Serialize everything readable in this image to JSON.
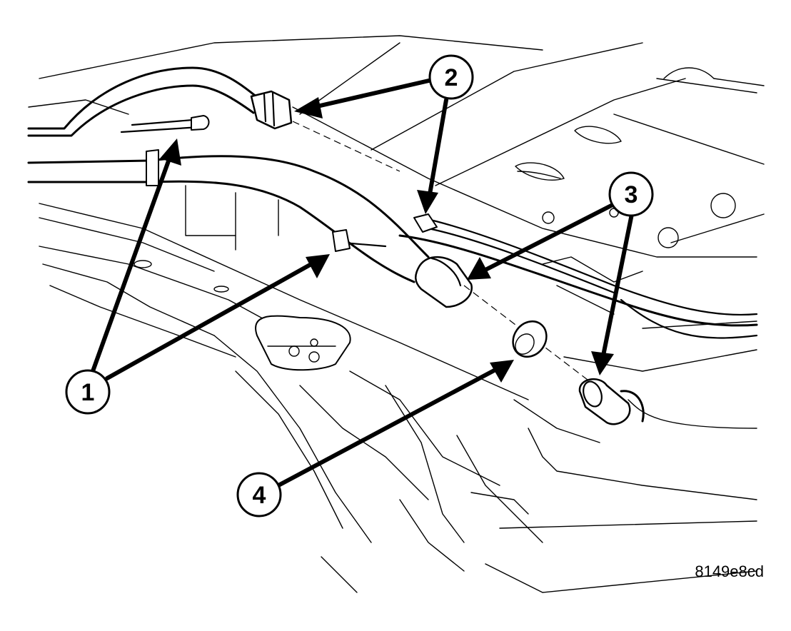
{
  "callouts": [
    {
      "label": "1"
    },
    {
      "label": "2"
    },
    {
      "label": "3"
    },
    {
      "label": "4"
    }
  ],
  "figure_id": "8149e8cd"
}
